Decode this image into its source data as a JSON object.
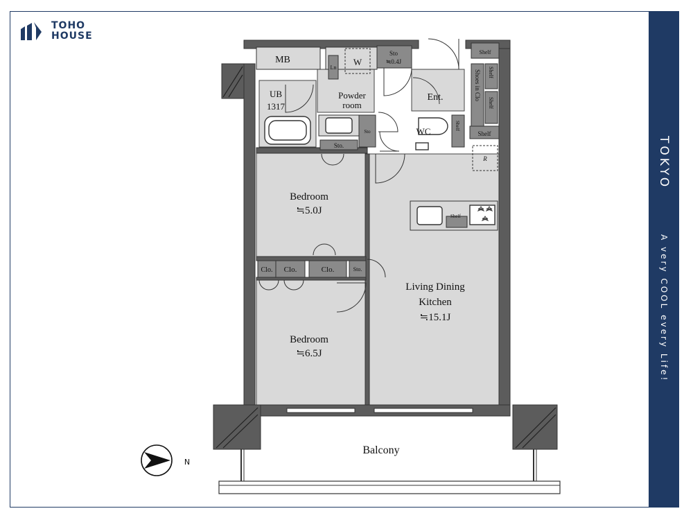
{
  "brand": {
    "line1": "TOHO",
    "line2": "HOUSE",
    "color": "#1f3a64"
  },
  "sidebar": {
    "city": "TOKYO",
    "tagline": "A very COOL every Life!"
  },
  "rooms": {
    "mb": "MB",
    "w": "W",
    "sto_top": "Sto",
    "sto_top_size": "≒0.4J",
    "ub": "UB",
    "ub_size": "1317",
    "ln": "Ln",
    "powder_1": "Powder",
    "powder_2": "room",
    "ent": "Ent.",
    "shoes": "Shoes in Clo",
    "shelf": "Shelf",
    "wc": "WC",
    "sto_small": "Sto",
    "sto_mid": "Sto.",
    "sto_clo": "Sto.",
    "r": "R",
    "bedroom1": "Bedroom",
    "bedroom1_size": "≒5.0J",
    "clo": "Clo.",
    "living_1": "Living Dining",
    "living_2": "Kitchen",
    "living_size": "≒15.1J",
    "bedroom2": "Bedroom",
    "bedroom2_size": "≒6.5J",
    "balcony": "Balcony"
  },
  "compass": {
    "label": "N"
  },
  "colors": {
    "floor": "#d9d9d9",
    "wall": "#5c5c5c",
    "fixture": "#8a8a8a",
    "outline": "#333333"
  }
}
